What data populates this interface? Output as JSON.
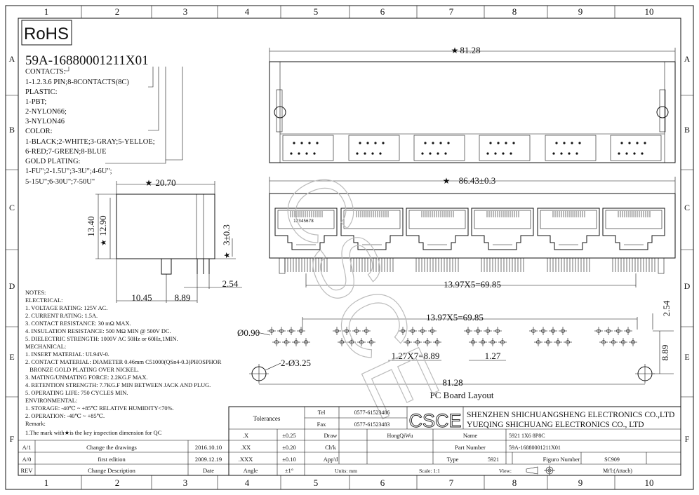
{
  "border": {
    "cols": [
      "1",
      "2",
      "3",
      "4",
      "5",
      "6",
      "7",
      "8",
      "9",
      "10"
    ],
    "rows": [
      "A",
      "B",
      "C",
      "D",
      "E",
      "F"
    ]
  },
  "rohs": "RoHS",
  "part_code": {
    "number": "59A-16880001211X01",
    "lines": [
      "CONTACTS:",
      "1-1.2.3.6 PIN;8-8CONTACTS(8C)",
      "PLASTIC:",
      "1-PBT;",
      "2-NYLON66;",
      "3-NYLON46",
      "COLOR:",
      "1-BLACK;2-WHITE;3-GRAY;5-YELLOE;",
      "6-RED;7-GREEN;8-BLUE",
      "GOLD PLATING:",
      "1-FU\";2-1.5U\";3-3U\";4-6U\";",
      "5-15U\";6-30U\";7-50U\""
    ]
  },
  "dims": {
    "top_width": "81.28",
    "front_width": "86.43±0.3",
    "front_pitch": "13.97X5=69.85",
    "side_width": "20.70",
    "side_h1": "13.40",
    "side_h2": "12.90",
    "side_h3": "3±0.3",
    "side_w1": "10.45",
    "side_w2": "8.89",
    "side_w3": "2.54",
    "pcb_pitch": "13.97X5=69.85",
    "pcb_hole": "Ø0.90",
    "pcb_mount": "2-Ø3.25",
    "pcb_pin_pitch": "1.27X7=8.89",
    "pcb_pin": "1.27",
    "pcb_row": "2.54",
    "pcb_height": "8.89",
    "pcb_width": "81.28",
    "pin_numbers": "12345678"
  },
  "pcb_label": "PC Board Layout",
  "watermark": "CSCE",
  "notes": [
    "NOTES:",
    "ELECTRICAL:",
    "1. VOLTAGE RATING: 125V AC.",
    "2. CURRENT RATING: 1.5A.",
    "3. CONTACT RESISTANCE: 30 mΩ MAX.",
    "4. INSULATION RESISTANCE: 500 MΩ MIN @ 500V DC.",
    "5. DIELECTRIC STRENGTH: 1000V AC 50Hz or 60Hz,1MIN.",
    "MECHANICAL:",
    "1. INSERT MATERIAL: UL94V-0.",
    "2. CONTACT MATERIAL: DIAMETER 0.46mm C51000(QSn4-0.3)PHOSPHOR",
    "   BRONZE GOLD PLATING OVER NICKEL.",
    "3. MATING/UNMATING FORCE: 2.2KG.F MAX.",
    "4. RETENTION STRENGTH: 7.7KG.F MIN BETWEEN JACK AND PLUG.",
    "5. OPERATING LIFE: 750 CYCLES MIN.",
    "ENVIRONMENTAL:",
    "1. STORAGE: -40℃ ~ +85℃ RELATIVE HUMIDITY<70%.",
    "2. OPERATION: -40℃ ~ +85℃.",
    "Remark:",
    "1.The mark with★is the key inspection dimension for QC"
  ],
  "title_block": {
    "tolerances": "Tolerances",
    "tel_label": "Tel",
    "tel": "0577-61523486",
    "fax_label": "Fax",
    "fax": "0577-61523483",
    "logo": "CSCE",
    "company1": "SHENZHEN SHICHUANGSHENG ELECTRONICS CO.,LTD",
    "company2": "YUEQING SHICHUANG ELECTRONICS CO., LTD",
    "tol_rows": [
      {
        "k": ".X",
        "v": "±0.25"
      },
      {
        "k": ".XX",
        "v": "±0.20"
      },
      {
        "k": ".XXX",
        "v": "±0.10"
      },
      {
        "k": "Angle",
        "v": "±1°"
      }
    ],
    "draw": "Draw",
    "drawer": "HongQiWu",
    "chk": "Ch'k",
    "appd": "App'd",
    "name_label": "Name",
    "name": "5921 1X6 8P8C",
    "part_label": "Part Number",
    "part": "59A-16880001211X01",
    "type_label": "Type",
    "type": "5921",
    "fig_label": "Figuro Number",
    "fig": "SC909",
    "units": "Units: mm",
    "scale": "Scale: 1:1",
    "view": "View:",
    "mtl": "Mt'l:(Attach)"
  },
  "revisions": [
    {
      "rev": "A/1",
      "desc": "Change the drawings",
      "date": "2016.10.10"
    },
    {
      "rev": "A/0",
      "desc": "first edition",
      "date": "2009.12.19"
    },
    {
      "rev": "REV",
      "desc": "Change Description",
      "date": "Date"
    }
  ]
}
